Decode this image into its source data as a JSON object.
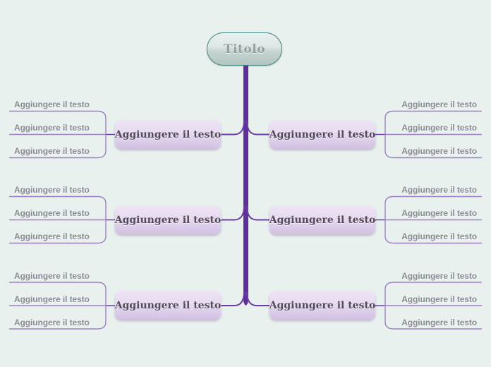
{
  "title": {
    "label": "Titolo"
  },
  "branches": [
    {
      "side": "left",
      "row": 1,
      "label": "Aggiungere il testo",
      "leaves": [
        "Aggiungere il testo",
        "Aggiungere il testo",
        "Aggiungere il testo"
      ]
    },
    {
      "side": "right",
      "row": 1,
      "label": "Aggiungere il testo",
      "leaves": [
        "Aggiungere il testo",
        "Aggiungere il testo",
        "Aggiungere il testo"
      ]
    },
    {
      "side": "left",
      "row": 2,
      "label": "Aggiungere il testo",
      "leaves": [
        "Aggiungere il testo",
        "Aggiungere il testo",
        "Aggiungere il testo"
      ]
    },
    {
      "side": "right",
      "row": 2,
      "label": "Aggiungere il testo",
      "leaves": [
        "Aggiungere il testo",
        "Aggiungere il testo",
        "Aggiungere il testo"
      ]
    },
    {
      "side": "left",
      "row": 3,
      "label": "Aggiungere il testo",
      "leaves": [
        "Aggiungere il testo",
        "Aggiungere il testo",
        "Aggiungere il testo"
      ]
    },
    {
      "side": "right",
      "row": 3,
      "label": "Aggiungere il testo",
      "leaves": [
        "Aggiungere il testo",
        "Aggiungere il testo",
        "Aggiungere il testo"
      ]
    }
  ],
  "colors": {
    "background": "#e9f1ef",
    "trunk": "#5e2f99",
    "branch_connector": "#6b3ea6",
    "leaf_line": "#9d80c4",
    "node_fill_top": "#eee4f4",
    "node_fill_bottom": "#d2c1e2",
    "node_text": "#514c59",
    "leaf_text": "#8b8b94",
    "title_border": "#41827f",
    "title_fill_top": "#e9f0ee",
    "title_fill_bottom": "#b2c5c1",
    "title_text": "#94a1a0"
  }
}
